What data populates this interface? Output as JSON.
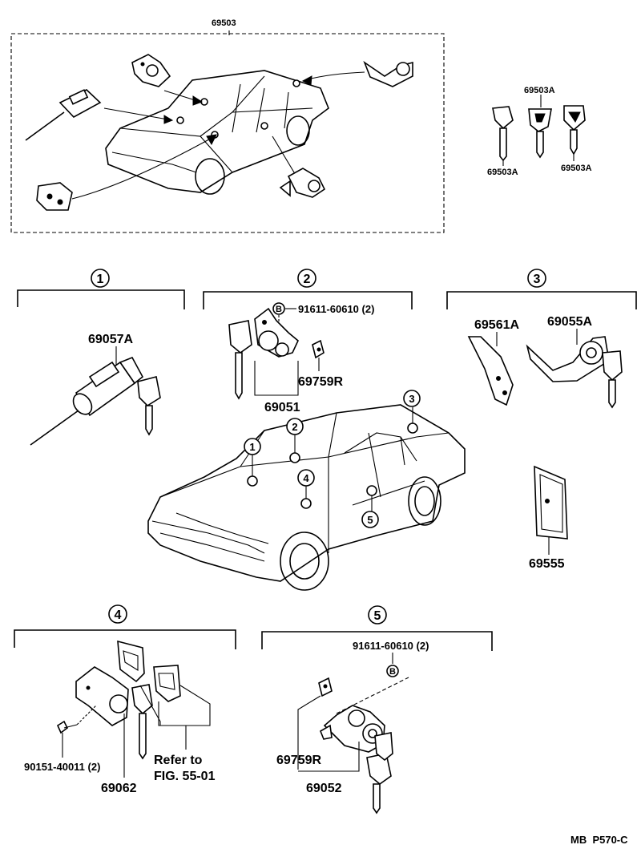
{
  "overview": {
    "part_label": "69503"
  },
  "keys": {
    "label_top": "69503A",
    "label_left": "69503A",
    "label_right": "69503A"
  },
  "section1": {
    "number": "1",
    "part": "69057A"
  },
  "section2": {
    "number": "2",
    "bolt_marker": "B",
    "bolt_part": "91611-60610 (2)",
    "clip": "69759R",
    "assembly": "69051"
  },
  "section3": {
    "number": "3",
    "plate": "69561A",
    "lock": "69055A"
  },
  "plate_part": "69555",
  "car_markers": [
    "1",
    "2",
    "3",
    "4",
    "5"
  ],
  "section4": {
    "number": "4",
    "screw": "90151-40011 (2)",
    "lock": "69062",
    "refer_line1": "Refer to",
    "refer_line2": "FIG. 55-01"
  },
  "section5": {
    "number": "5",
    "bolt_part": "91611-60610 (2)",
    "bolt_marker": "B",
    "clip": "69759R",
    "assembly": "69052"
  },
  "footer_code": "MB  P570-C"
}
